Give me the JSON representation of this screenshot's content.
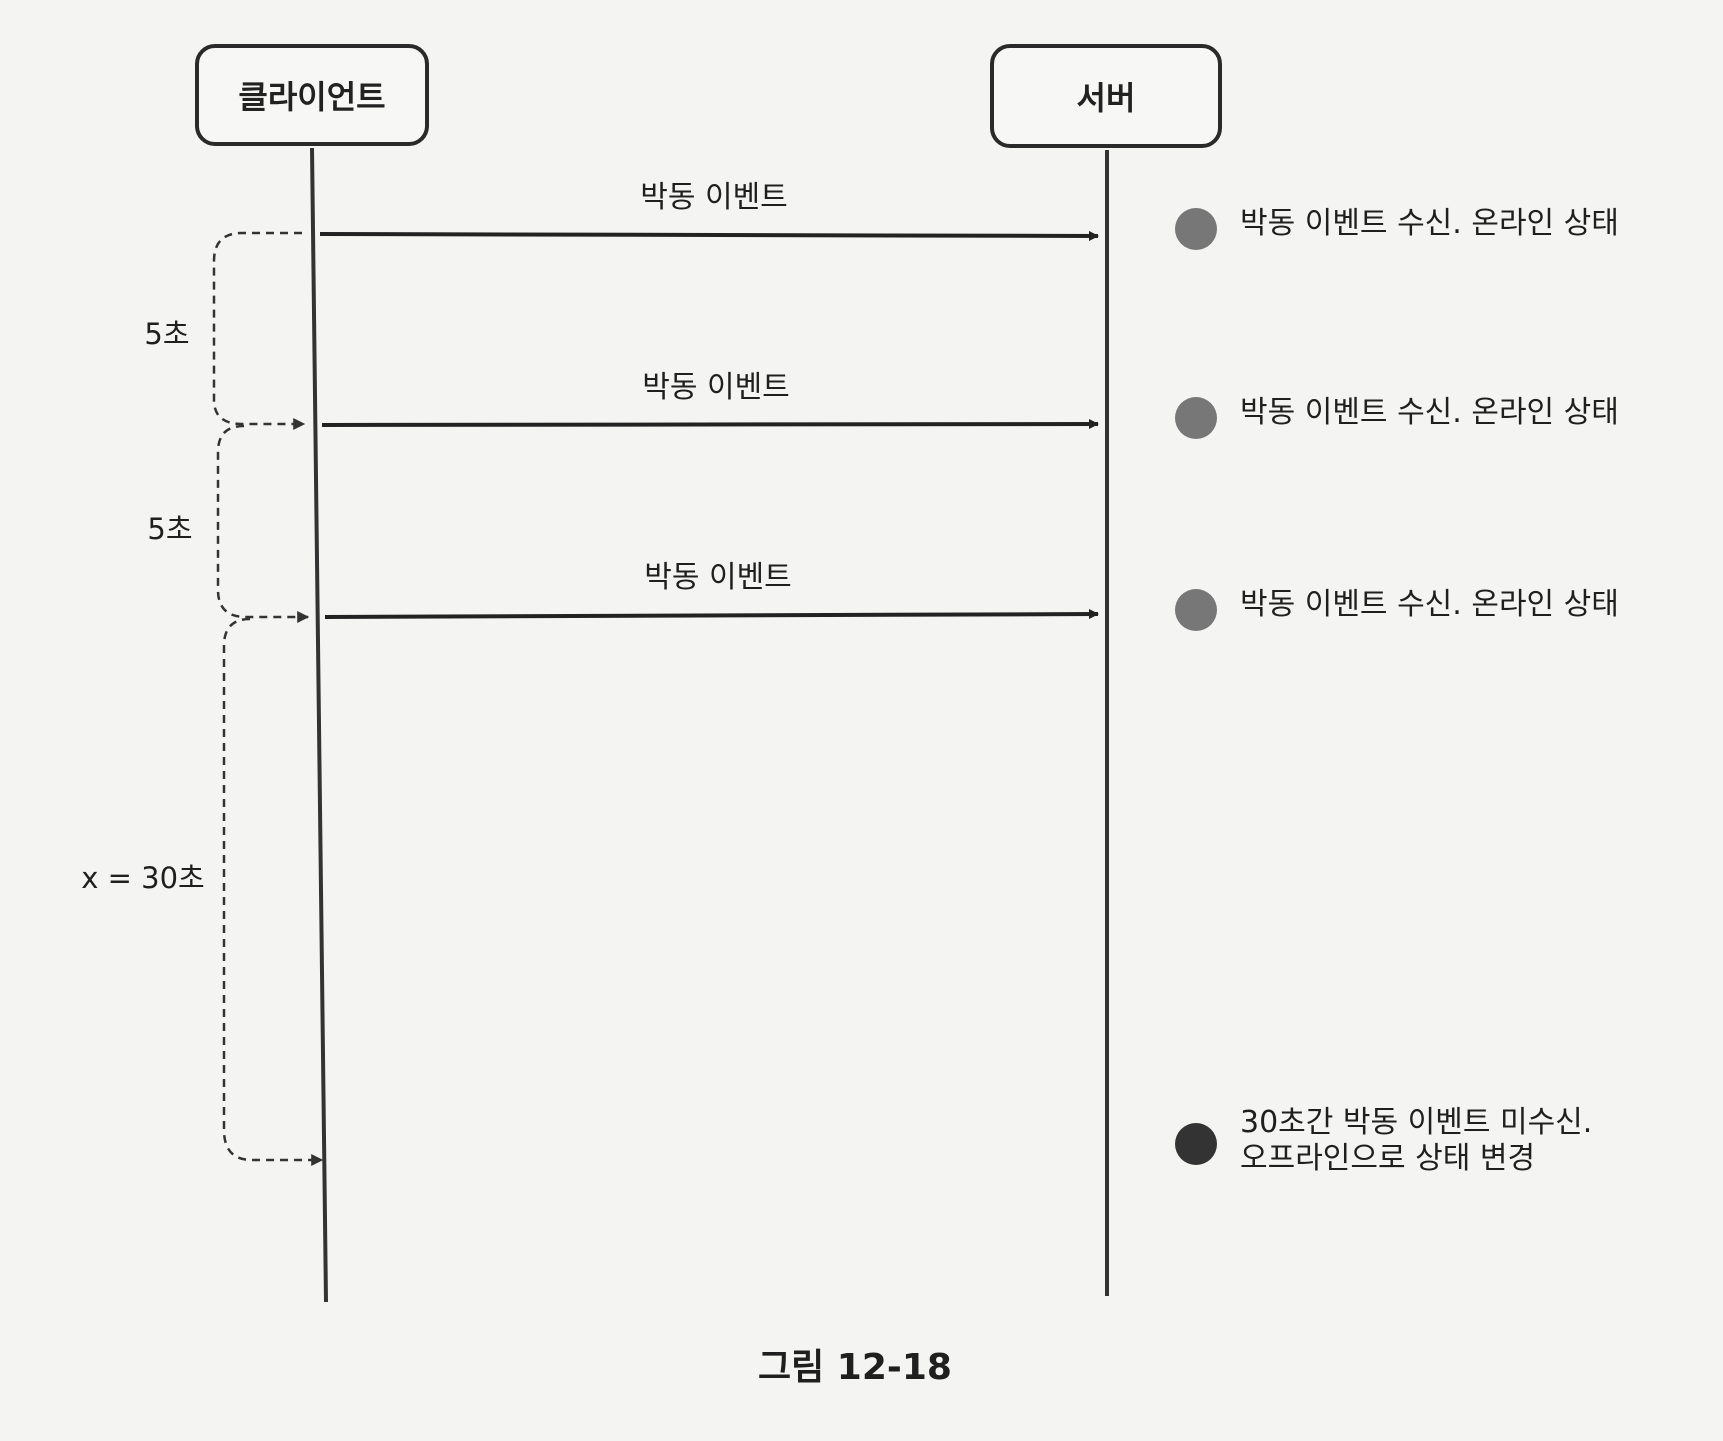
{
  "participants": {
    "client": "클라이언트",
    "server": "서버"
  },
  "messages": [
    {
      "label": "박동 이벤트"
    },
    {
      "label": "박동 이벤트"
    },
    {
      "label": "박동 이벤트"
    }
  ],
  "intervals": [
    {
      "label": "5초"
    },
    {
      "label": "5초"
    },
    {
      "label": "x = 30초"
    }
  ],
  "status_events": [
    {
      "lines": [
        "박동 이벤트 수신. 온라인 상태"
      ],
      "color": "#777777"
    },
    {
      "lines": [
        "박동 이벤트 수신. 온라인 상태"
      ],
      "color": "#777777"
    },
    {
      "lines": [
        "박동 이벤트 수신. 온라인 상태"
      ],
      "color": "#777777"
    },
    {
      "lines": [
        "30초간 박동 이벤트 미수신.",
        "오프라인으로 상태 변경"
      ],
      "color": "#333333"
    }
  ],
  "caption": "그림 12-18"
}
